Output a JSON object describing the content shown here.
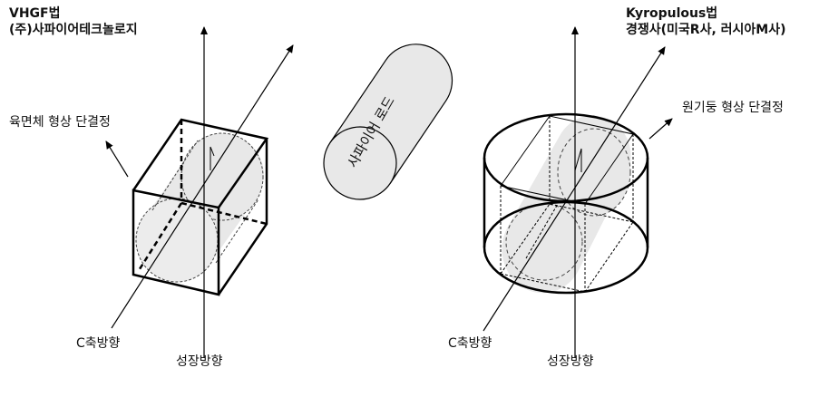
{
  "left": {
    "title_line1": "VHGF법",
    "title_line2": "(주)사파이어테크놀로지",
    "shape_label": "육면체 형상 단결정",
    "c_axis_label": "C축방향",
    "growth_label": "성장방향"
  },
  "middle": {
    "rod_label": "사파이어 로드"
  },
  "right": {
    "title_line1": "Kyropulous법",
    "title_line2": "경쟁사(미국R사, 러시아M사)",
    "shape_label": "원기둥 형상 단결정",
    "c_axis_label": "C축방향",
    "growth_label": "성장방향"
  },
  "colors": {
    "fill": "#e8e8e8",
    "stroke": "#000000"
  }
}
